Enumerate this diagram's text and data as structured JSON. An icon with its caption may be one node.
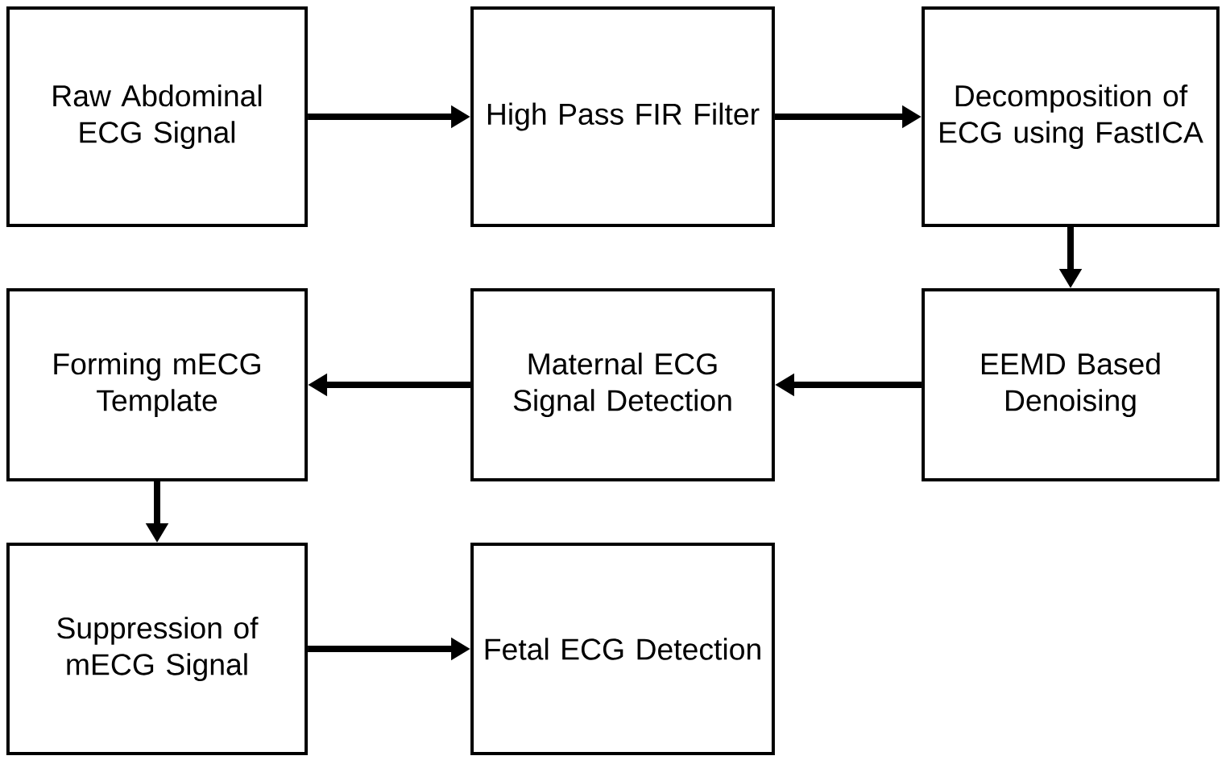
{
  "diagram": {
    "nodes": [
      {
        "text": [
          "Raw Abdominal ECG Signal"
        ]
      },
      {
        "text": [
          "High Pass FIR Filter"
        ]
      },
      {
        "text": [
          "Decomposition of ECG using FastICA"
        ]
      },
      {
        "text": [
          "EEMD Based Denoising"
        ]
      },
      {
        "text": [
          "Maternal ECG Signal Detection"
        ]
      },
      {
        "text": [
          "Forming mECG Template"
        ]
      },
      {
        "text": [
          "Suppression of mECG Signal"
        ]
      },
      {
        "text": [
          "Fetal ECG Detection"
        ]
      }
    ],
    "edges": [
      {
        "from": 0,
        "to": 1,
        "arrow": "to"
      },
      {
        "from": 1,
        "to": 2,
        "arrow": "to"
      },
      {
        "from": 2,
        "to": 3,
        "arrow": "to"
      },
      {
        "from": 3,
        "to": 4,
        "arrow": "to"
      },
      {
        "from": 4,
        "to": 5,
        "arrow": "to"
      },
      {
        "from": 5,
        "to": 6,
        "arrow": "to"
      },
      {
        "from": 6,
        "to": 7,
        "arrow": "to"
      }
    ]
  }
}
